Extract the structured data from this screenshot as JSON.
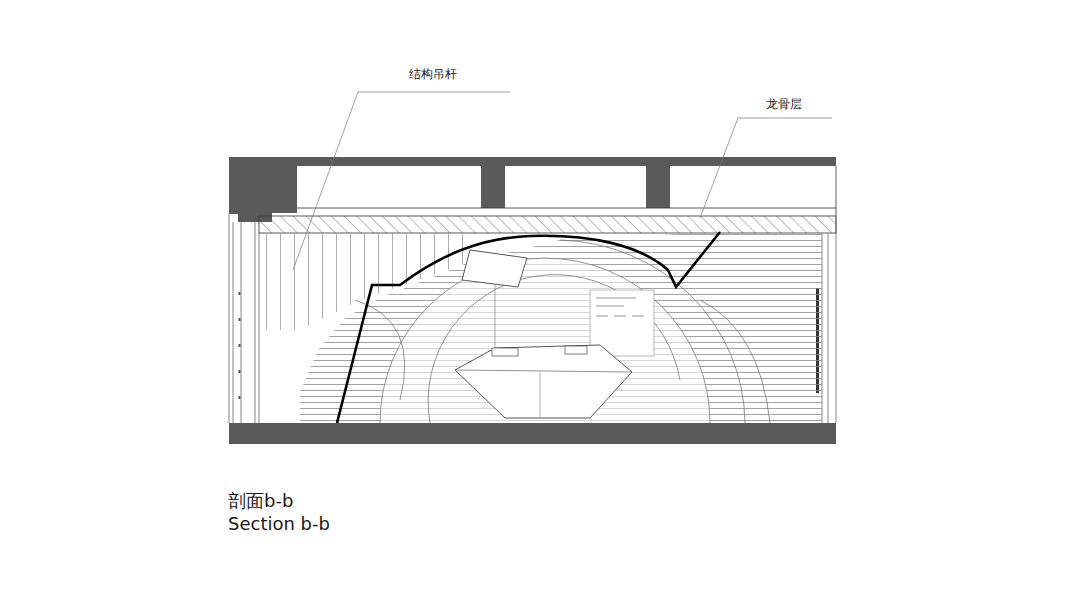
{
  "diagram": {
    "labels": [
      "结构吊杆",
      "龙骨层",
      "剖面b-b",
      "Section b-b"
    ]
  }
}
